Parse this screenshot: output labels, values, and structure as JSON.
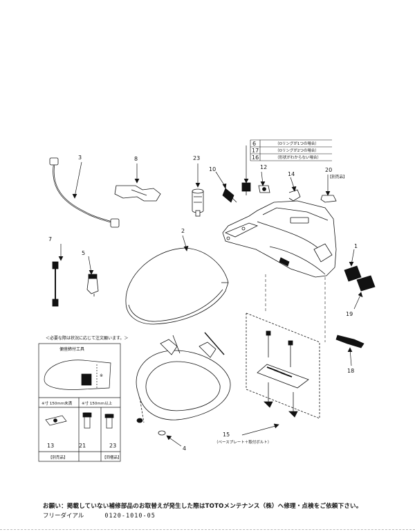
{
  "parts": {
    "p1": "1",
    "p2": "2",
    "p3": "3",
    "p4": "4",
    "p5": "5",
    "p6": "6",
    "p7": "7",
    "p8": "8",
    "p10": "10",
    "p12": "12",
    "p13": "13",
    "p14": "14",
    "p15": "15",
    "p16": "16",
    "p17": "17",
    "p18": "18",
    "p19": "19",
    "p20": "20",
    "p21": "21",
    "p23": "23",
    "p23b": "23"
  },
  "notes": {
    "o_ring_1": "（Oリングが1つの場合）",
    "o_ring_2": "（Oリングが2つの場合）",
    "unknown_shape": "（形状がわからない場合）",
    "separate_20": "【別売品】",
    "base_plate": "（ベースプレート＋取付ボルト）"
  },
  "inset": {
    "header": "＜必要な際は状況に応じて注文願います。＞",
    "tool_label": "便座締付工具",
    "dim_mark": "※",
    "under_150": "※寸 150mm未満",
    "over_150": "※寸 150mm以上",
    "separate_label": "【別売品】",
    "included_label": "【同梱品】"
  },
  "footer": {
    "note": "お願い：掲載していない補修部品のお取替えが発生した際はTOTOメンテナンス（株）へ修理・点検をご依頼下さい。",
    "dial_label": "フリーダイアル",
    "dial_number": "0120-1010-05"
  }
}
